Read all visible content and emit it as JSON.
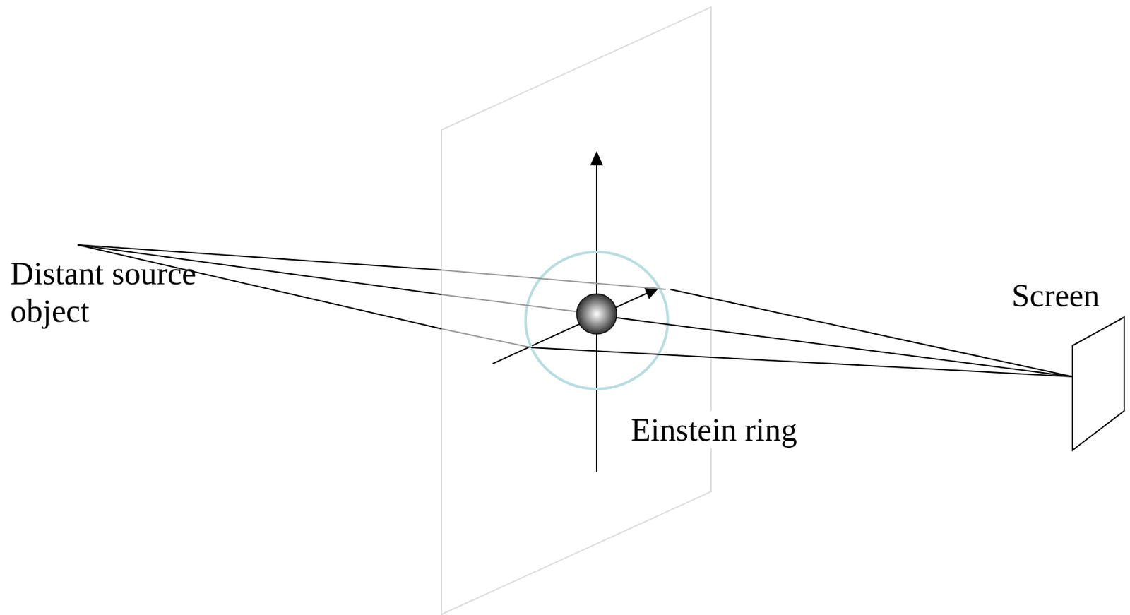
{
  "diagram": {
    "labels": [
      "Distant source object",
      "Screen",
      "Einstein ring"
    ]
  }
}
